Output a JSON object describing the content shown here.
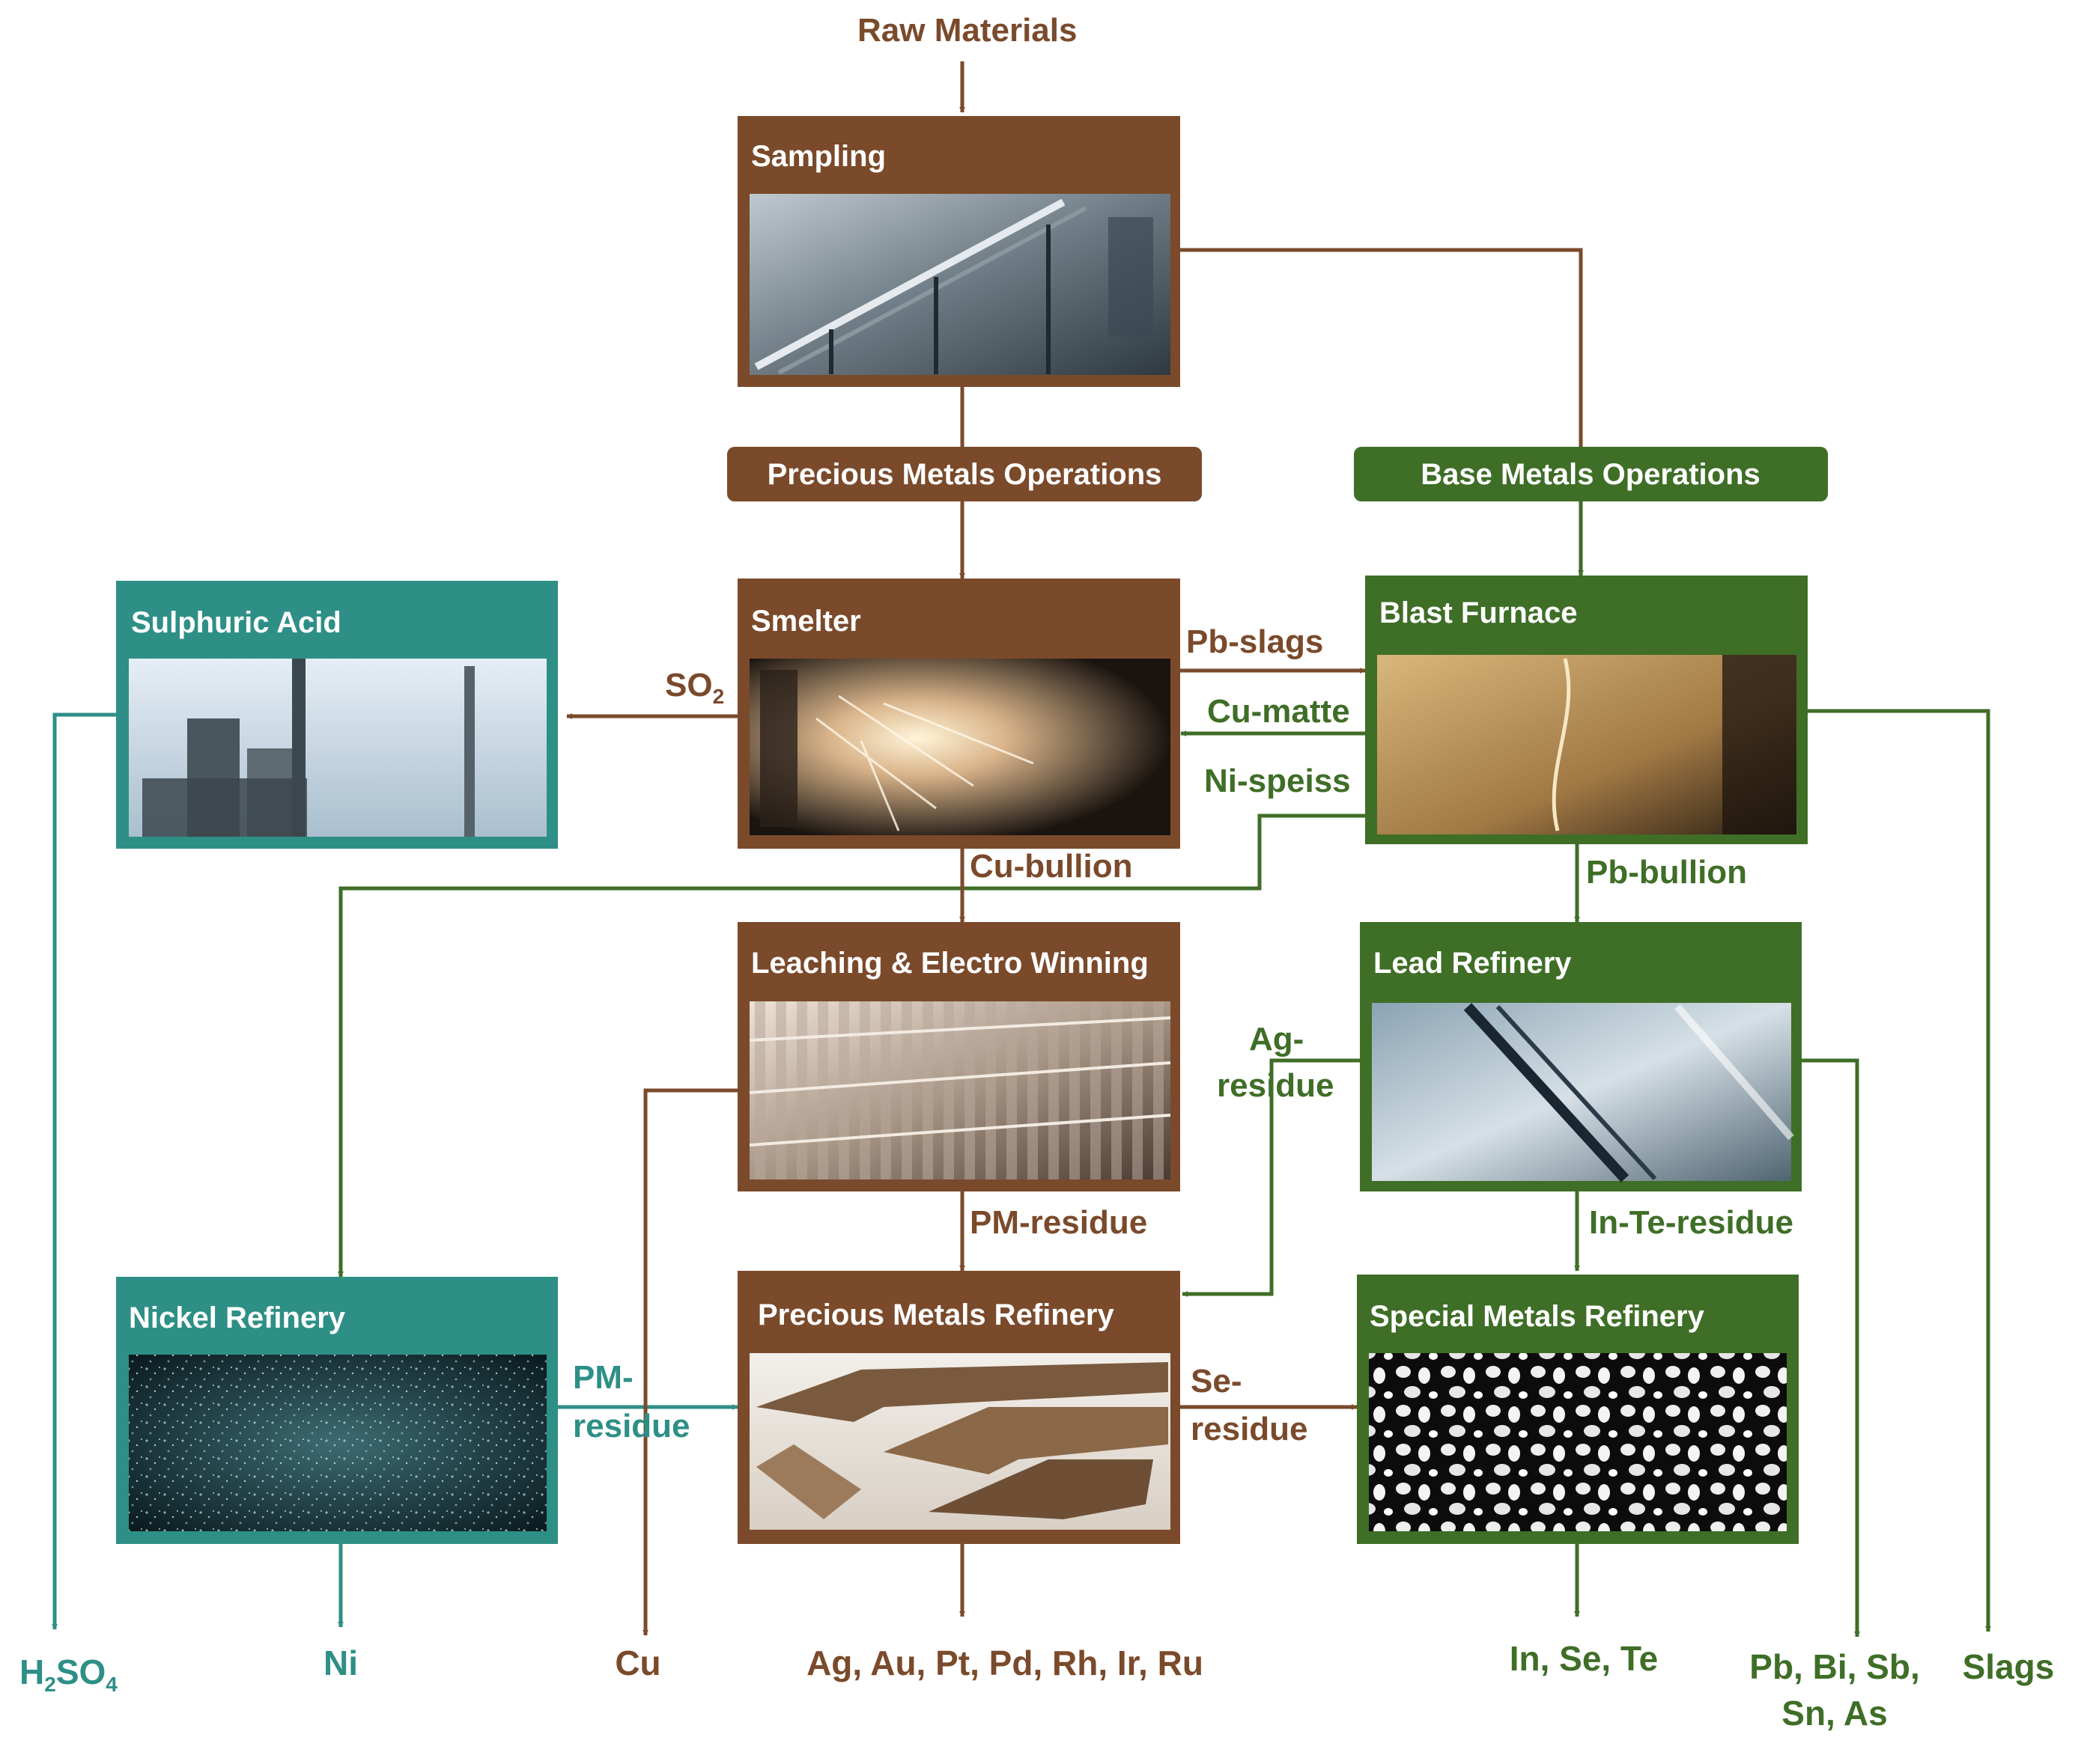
{
  "colors": {
    "brown": "#7a4a2b",
    "green": "#3f6e27",
    "teal": "#2e8f86"
  },
  "input": {
    "label": "Raw Materials"
  },
  "bands": {
    "precious": "Precious  Metals Operations",
    "base": "Base  Metals Operations"
  },
  "boxes": {
    "sampling": {
      "title": "Sampling",
      "image": "conveyor-photo"
    },
    "smelter": {
      "title": "Smelter",
      "image": "molten-metal-photo"
    },
    "blast_furnace": {
      "title": "Blast Furnace",
      "image": "furnace-melt-photo"
    },
    "sulphuric_acid": {
      "title": "Sulphuric Acid",
      "image": "acid-plant-photo"
    },
    "leaching": {
      "title": "Leaching & Electro Winning",
      "image": "cathode-tankhouse-photo"
    },
    "lead_refinery": {
      "title": "Lead Refinery",
      "image": "lead-refining-photo"
    },
    "nickel_refinery": {
      "title": "Nickel Refinery",
      "image": "nickel-powder-photo"
    },
    "pm_refinery": {
      "title": "Precious Metals Refinery",
      "image": "metal-bars-photo"
    },
    "special_refinery": {
      "title": "Special Metals Refinery",
      "image": "granules-photo"
    }
  },
  "flows": {
    "so2": "SO",
    "so2_sub": "2",
    "pb_slags": "Pb-slags",
    "cu_matte": "Cu-matte",
    "ni_speiss": "Ni-speiss",
    "cu_bullion": "Cu-bullion",
    "pb_bullion": "Pb-bullion",
    "ag_residue_1": "Ag-",
    "ag_residue_2": "residue",
    "pm_residue_main": "PM-residue",
    "in_te_residue": "In-Te-residue",
    "pm_residue_1": "PM-",
    "pm_residue_2": "residue",
    "se_residue_1": "Se-",
    "se_residue_2": "residue"
  },
  "outputs": {
    "h2so4_a": "H",
    "h2so4_sub1": "2",
    "h2so4_b": "SO",
    "h2so4_sub2": "4",
    "ni": "Ni",
    "cu": "Cu",
    "precious": "Ag, Au, Pt, Pd, Rh, Ir, Ru",
    "special": "In, Se, Te",
    "base_1": "Pb, Bi, Sb,",
    "base_2": "Sn, As",
    "slags": "Slags"
  }
}
